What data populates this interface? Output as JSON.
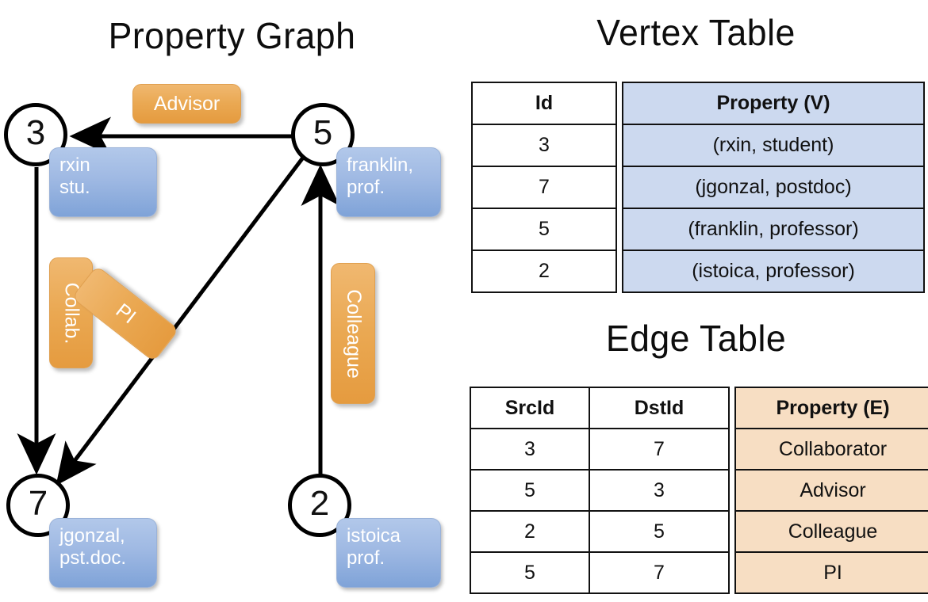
{
  "graph_panel": {
    "title": "Property Graph",
    "nodes": [
      {
        "id": "3",
        "property_lines": [
          "rxin",
          "stu."
        ]
      },
      {
        "id": "5",
        "property_lines": [
          "franklin,",
          "prof."
        ]
      },
      {
        "id": "7",
        "property_lines": [
          "jgonzal,",
          "pst.doc."
        ]
      },
      {
        "id": "2",
        "property_lines": [
          "istoica",
          "prof."
        ]
      }
    ],
    "edge_labels": [
      {
        "name": "advisor-chip",
        "text": "Advisor",
        "orientation": "horizontal"
      },
      {
        "name": "collab-chip",
        "text": "Collab.",
        "orientation": "vertical"
      },
      {
        "name": "pi-chip",
        "text": "PI",
        "orientation": "diagonal"
      },
      {
        "name": "colleague-chip",
        "text": "Colleague",
        "orientation": "vertical"
      }
    ],
    "edges": [
      {
        "from": "5",
        "to": "3",
        "label": "Advisor"
      },
      {
        "from": "3",
        "to": "7",
        "label": "Collab."
      },
      {
        "from": "5",
        "to": "7",
        "label": "PI"
      },
      {
        "from": "2",
        "to": "5",
        "label": "Colleague"
      }
    ]
  },
  "vertex_table": {
    "title": "Vertex Table",
    "headers": [
      "Id",
      "Property (V)"
    ],
    "rows": [
      {
        "id": "3",
        "property": "(rxin, student)"
      },
      {
        "id": "7",
        "property": "(jgonzal, postdoc)"
      },
      {
        "id": "5",
        "property": "(franklin, professor)"
      },
      {
        "id": "2",
        "property": "(istoica, professor)"
      }
    ]
  },
  "edge_table": {
    "title": "Edge Table",
    "headers": [
      "SrcId",
      "DstId",
      "Property (E)"
    ],
    "rows": [
      {
        "src": "3",
        "dst": "7",
        "property": "Collaborator"
      },
      {
        "src": "5",
        "dst": "3",
        "property": "Advisor"
      },
      {
        "src": "2",
        "dst": "5",
        "property": "Colleague"
      },
      {
        "src": "5",
        "dst": "7",
        "property": "PI"
      }
    ]
  },
  "colors": {
    "vertex_fill": "#ccd9ef",
    "edge_fill": "#f7dec3",
    "node_bubble": "#9fb9e3",
    "edge_chip": "#eaa852",
    "stroke": "#111111",
    "background": "#ffffff"
  }
}
